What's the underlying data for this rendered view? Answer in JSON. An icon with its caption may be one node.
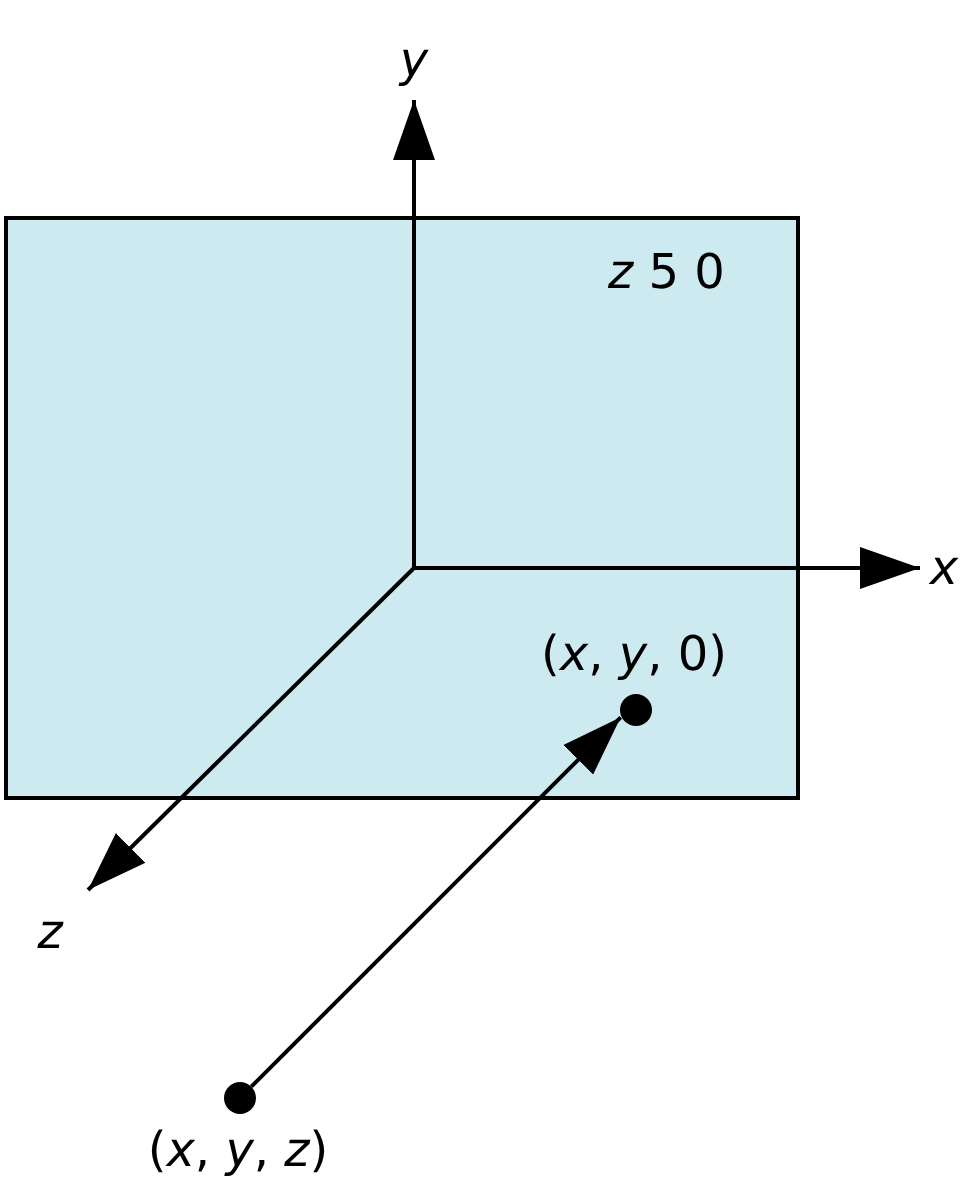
{
  "diagram": {
    "nodes": [
      {
        "text": [
          "*z* 5 0"
        ]
      },
      {
        "text": [],
        "shape": "circle",
        "beside": [
          "(*x*, *y*, 0)"
        ],
        "in": 0
      },
      {
        "text": [],
        "shape": "circle",
        "beside": [
          "(*x*, *y*, *z*)"
        ]
      }
    ],
    "edges": [
      {
        "from": 2,
        "to": 1,
        "arrow": "to"
      }
    ],
    "labels": [
      "y",
      "x",
      "z"
    ]
  }
}
